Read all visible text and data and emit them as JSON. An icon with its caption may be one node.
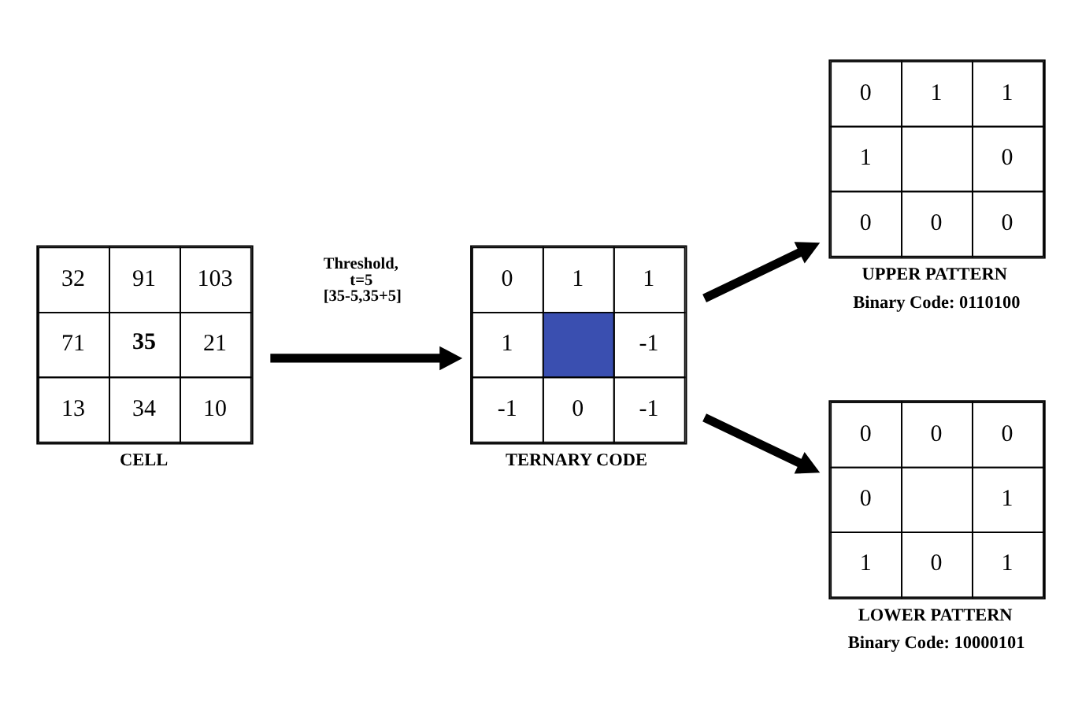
{
  "diagram": {
    "nodes": [
      {
        "text": [
          "32",
          "91",
          "103",
          "71",
          "35",
          "21",
          "13",
          "34",
          "10"
        ],
        "beside": [
          "CELL"
        ]
      },
      {
        "text": [
          "0",
          "1",
          "1",
          "1",
          "-1",
          "-1",
          "0",
          "-1"
        ],
        "beside": [
          "TERNARY CODE"
        ]
      },
      {
        "text": [
          "0",
          "1",
          "1",
          "1",
          "0",
          "0",
          "0",
          "0"
        ],
        "beside": [
          "UPPER PATTERN",
          "Binary Code: 0110100"
        ]
      },
      {
        "text": [
          "0",
          "0",
          "0",
          "0",
          "1",
          "1",
          "0",
          "1"
        ],
        "beside": [
          "LOWER PATTERN",
          "Binary Code: 10000101"
        ]
      }
    ],
    "edges": [
      {
        "from": 0,
        "to": 1,
        "arrow": "to",
        "label": "Threshold, t=5 [35-5,35+5]"
      },
      {
        "from": 1,
        "to": 2,
        "arrow": "to"
      },
      {
        "from": 1,
        "to": 3,
        "arrow": "to"
      }
    ]
  }
}
